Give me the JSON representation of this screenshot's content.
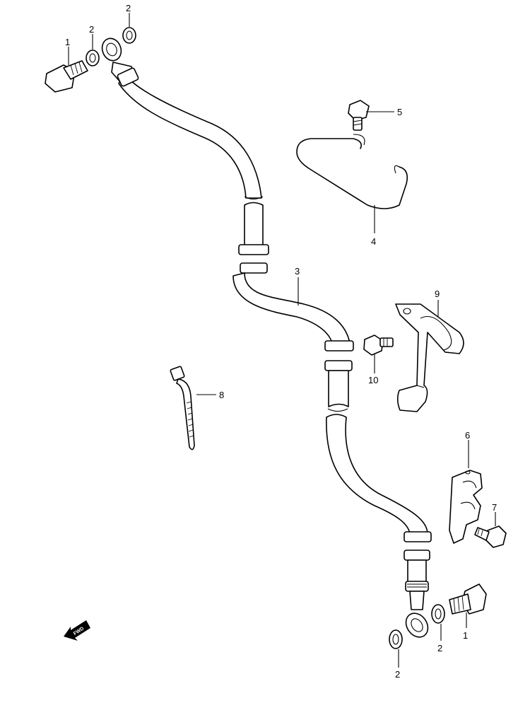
{
  "diagram": {
    "callouts": {
      "bolt_top": "1",
      "washer_top_a": "2",
      "washer_top_b": "2",
      "hose": "3",
      "clamp_wire": "4",
      "bolt_wire": "5",
      "bracket_small": "6",
      "bolt_bracket": "7",
      "cable_tie": "8",
      "bracket_large": "9",
      "bolt_large_bracket": "10",
      "bolt_bottom": "1",
      "washer_bottom_a": "2",
      "washer_bottom_b": "2"
    },
    "fwd_label": "FWD"
  }
}
